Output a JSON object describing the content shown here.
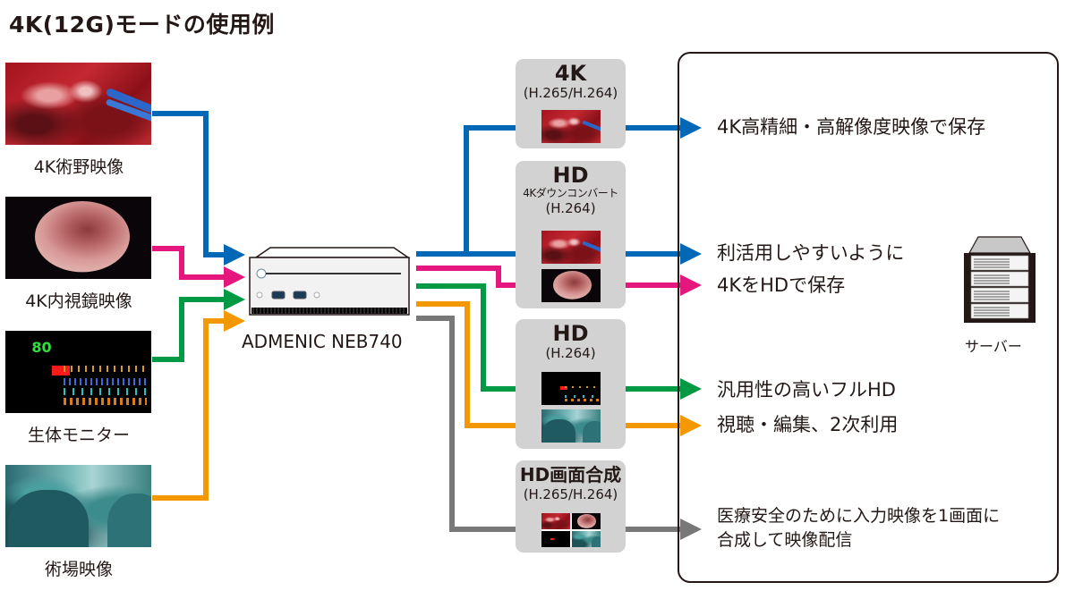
{
  "title": "4K(12G)モードの使用例",
  "colors": {
    "blue": "#0068b7",
    "magenta": "#e5177e",
    "green": "#009944",
    "orange": "#f39800",
    "gray": "#787878",
    "encoder_bg": "#d2d2d3",
    "text": "#231815"
  },
  "sources": [
    {
      "label": "4K術野映像",
      "image": "surgical-field",
      "line_color": "blue"
    },
    {
      "label": "4K内視鏡映像",
      "image": "endoscope",
      "line_color": "magenta"
    },
    {
      "label": "生体モニター",
      "image": "vital-monitor",
      "line_color": "green"
    },
    {
      "label": "術場映像",
      "image": "operating-room",
      "line_color": "orange"
    }
  ],
  "device": {
    "label": "ADMENIC NEB740",
    "icon": "encoder-device-icon"
  },
  "encoders": [
    {
      "heading": "4K",
      "sub": "",
      "codec": "(H.265/H.264)",
      "thumbs": [
        "surgical-field"
      ]
    },
    {
      "heading": "HD",
      "sub": "4Kダウンコンバート",
      "codec": "(H.264)",
      "thumbs": [
        "surgical-field",
        "endoscope"
      ]
    },
    {
      "heading": "HD",
      "sub": "",
      "codec": "(H.264)",
      "thumbs": [
        "vital-monitor",
        "operating-room"
      ]
    },
    {
      "heading": "HD画面合成",
      "sub": "",
      "codec": "(H.265/H.264)",
      "thumbs": [
        "composite-4"
      ]
    }
  ],
  "destinations": [
    {
      "lines": [
        "4K高精細・高解像度映像で保存"
      ],
      "color": "blue"
    },
    {
      "lines": [
        "利活用しやすいように"
      ],
      "color": "blue"
    },
    {
      "lines": [
        "4KをHDで保存"
      ],
      "color": "magenta"
    },
    {
      "lines": [
        "汎用性の高いフルHD"
      ],
      "color": "green"
    },
    {
      "lines": [
        "視聴・編集、2次利用"
      ],
      "color": "orange"
    },
    {
      "lines": [
        "医療安全のために入力映像を1画面に",
        "合成して映像配信"
      ],
      "color": "gray"
    }
  ],
  "server": {
    "label": "サーバー",
    "icon": "server-rack-icon"
  }
}
